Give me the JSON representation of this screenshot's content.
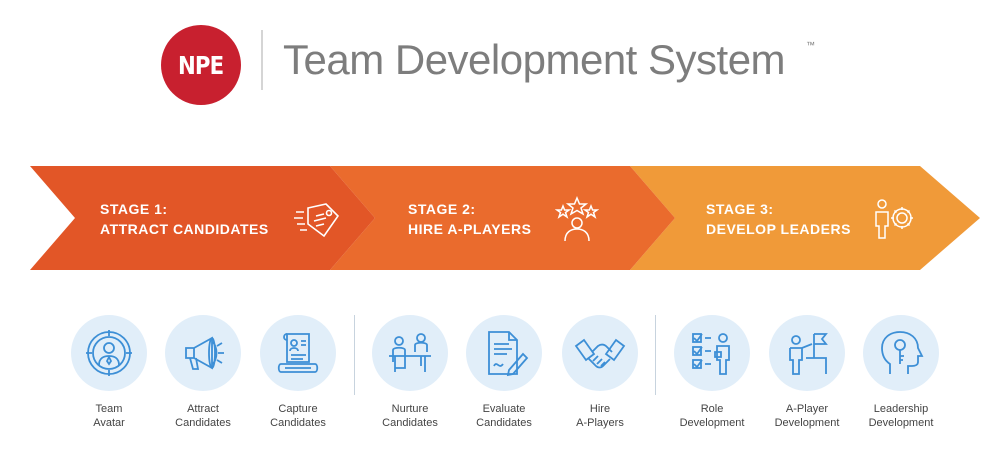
{
  "header": {
    "logo_text": "NPE",
    "title": "Team Development System",
    "trademark": "™"
  },
  "stages": [
    {
      "line1": "STAGE 1:",
      "line2": "ATTRACT CANDIDATES",
      "color": "#e25627",
      "icon": "price-tag-icon"
    },
    {
      "line1": "STAGE 2:",
      "line2": "HIRE A-PLAYERS",
      "color": "#ea6b2d",
      "icon": "star-person-icon"
    },
    {
      "line1": "STAGE 3:",
      "line2": "DEVELOP LEADERS",
      "color": "#f09a39",
      "icon": "person-gear-icon"
    }
  ],
  "items": [
    {
      "label": "Team\nAvatar",
      "icon": "avatar-target-icon"
    },
    {
      "label": "Attract\nCandidates",
      "icon": "megaphone-icon"
    },
    {
      "label": "Capture\nCandidates",
      "icon": "resume-scroll-icon"
    },
    {
      "label": "Nurture\nCandidates",
      "icon": "interview-icon"
    },
    {
      "label": "Evaluate\nCandidates",
      "icon": "document-pen-icon"
    },
    {
      "label": "Hire\nA-Players",
      "icon": "handshake-icon"
    },
    {
      "label": "Role\nDevelopment",
      "icon": "checklist-person-icon"
    },
    {
      "label": "A-Player\nDevelopment",
      "icon": "flag-climb-icon"
    },
    {
      "label": "Leadership\nDevelopment",
      "icon": "head-key-icon"
    }
  ],
  "colors": {
    "brand_red": "#c8202f",
    "icon_blue": "#3d8fd6",
    "circle_bg": "#e1eef9",
    "title_gray": "#7d7d7d"
  }
}
